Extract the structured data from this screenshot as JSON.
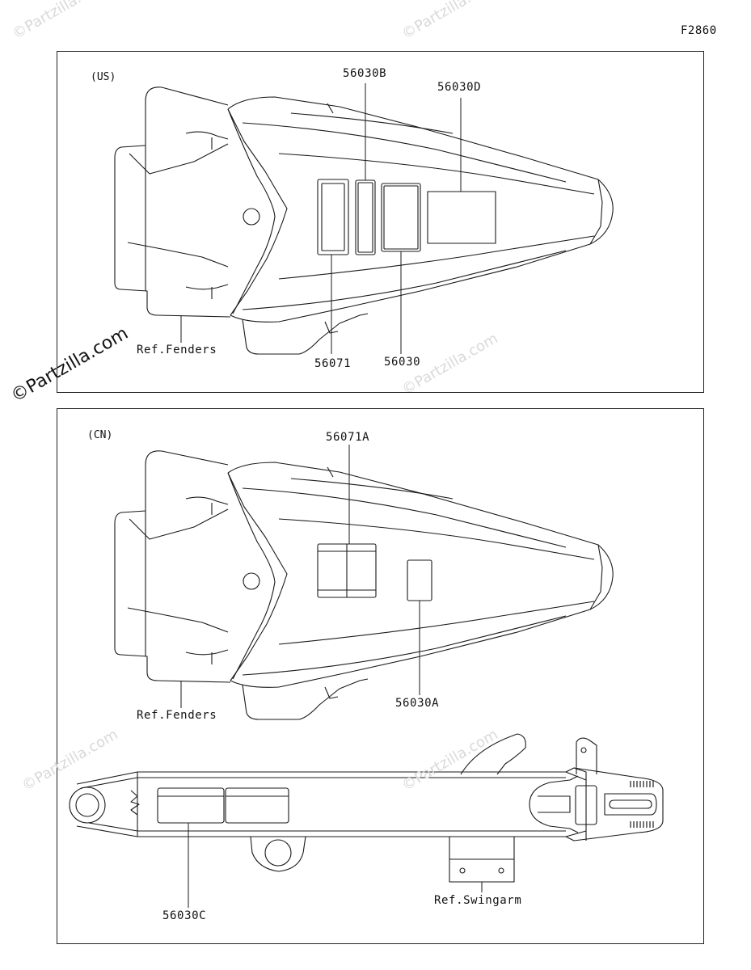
{
  "figure_code": "F2860",
  "panels": {
    "us": {
      "region": "(US)",
      "labels": {
        "part_56030b": "56030B",
        "part_56030d": "56030D",
        "part_56071": "56071",
        "part_56030": "56030",
        "ref_fenders": "Ref.Fenders"
      }
    },
    "cn": {
      "region": "(CN)",
      "labels": {
        "part_56071a": "56071A",
        "part_56030a": "56030A",
        "ref_fenders": "Ref.Fenders",
        "part_56030c": "56030C",
        "ref_swingarm": "Ref.Swingarm"
      }
    }
  },
  "watermark": {
    "text": "Partzilla.com",
    "prefix": "©"
  }
}
